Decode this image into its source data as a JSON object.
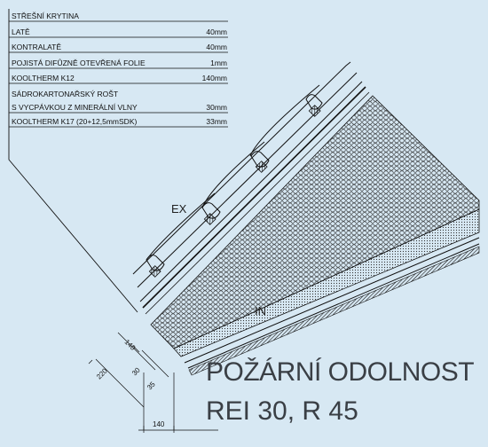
{
  "legend": {
    "title": "STŘEŠNÍ KRYTINA",
    "rows": [
      {
        "label": "LATĚ",
        "value": "40mm"
      },
      {
        "label": "KONTRALATĚ",
        "value": "40mm"
      },
      {
        "label": "POJISTÁ DIFŮZNĚ OTEVŘENÁ FOLIE",
        "value": "1mm"
      },
      {
        "label": "KOOLTHERM K12",
        "value": "140mm"
      },
      {
        "label": "SÁDROKARTONAŘSKÝ ROŠT",
        "value": ""
      },
      {
        "label": "S VYCPÁVKOU Z MINERÁLNÍ VLNY",
        "value": "30mm"
      },
      {
        "label": "KOOLTHERM K17 (20+12,5mmSDK)",
        "value": "33mm"
      }
    ]
  },
  "labels": {
    "exterior": "EX",
    "interior": "IN"
  },
  "dimensions": {
    "d140_slope": "140",
    "d220": "220",
    "d30": "30",
    "d35": "35",
    "d140_bottom": "140"
  },
  "fire": {
    "title": "POŽÁRNÍ ODOLNOST",
    "rating": "REI 30, R 45"
  },
  "colors": {
    "background": "#d7e8f3",
    "line": "#111111",
    "text": "#3a3f45"
  }
}
